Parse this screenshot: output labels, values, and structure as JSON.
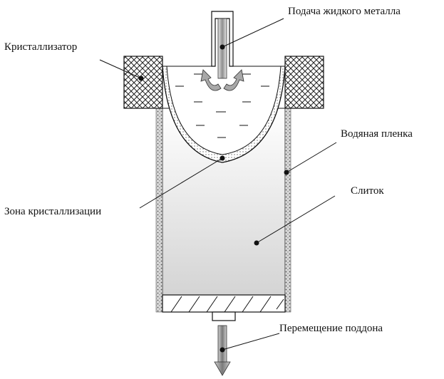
{
  "labels": {
    "metal_feed": "Подача жидкого металла",
    "crystallizer": "Кристаллизатор",
    "water_film": "Водяная пленка",
    "ingot": "Слиток",
    "crystallization_zone": "Зона кристаллизации",
    "tray_movement": "Перемещение поддона"
  },
  "colors": {
    "line": "#111111",
    "ingot_top": "#ffffff",
    "ingot_bottom": "#d9d9d9",
    "pipe_fill": "#b0b0b0",
    "film_fill": "#c8c8c8",
    "arrow_fill": "#9a9a9a"
  }
}
